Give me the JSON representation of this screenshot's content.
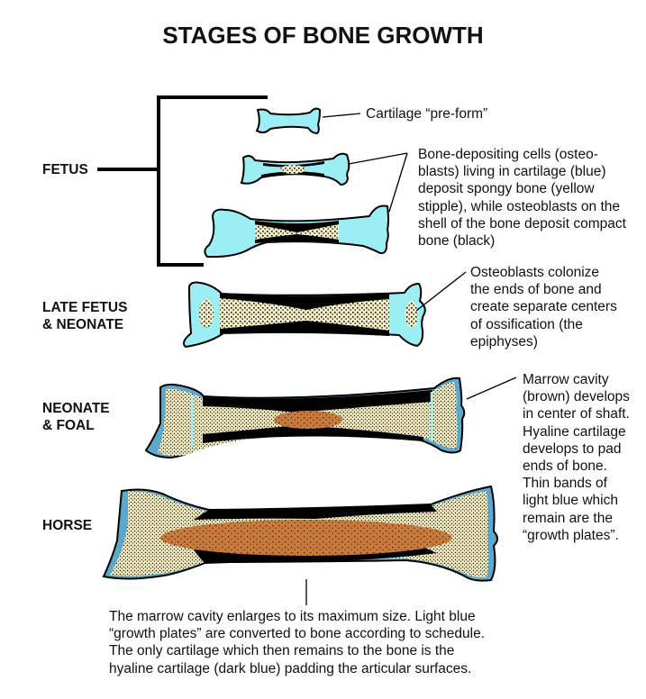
{
  "title": "STAGES OF BONE GROWTH",
  "stages": [
    {
      "id": "fetus",
      "label_lines": [
        "FETUS"
      ]
    },
    {
      "id": "late-fetus",
      "label_lines": [
        "LATE FETUS",
        "& NEONATE"
      ]
    },
    {
      "id": "neonate",
      "label_lines": [
        "NEONATE",
        "& FOAL"
      ]
    },
    {
      "id": "horse",
      "label_lines": [
        "HORSE"
      ]
    }
  ],
  "annotations": {
    "preform": [
      "Cartilage “pre-form”"
    ],
    "osteoblasts": [
      "Bone-depositing cells (osteo-",
      "blasts) living in cartilage (blue)",
      "deposit spongy bone (yellow",
      "stipple), while osteoblasts on the",
      "shell of the bone deposit compact",
      "bone (black)"
    ],
    "epiphyses": [
      "Osteoblasts colonize",
      "the ends of bone and",
      "create separate centers",
      "of ossification (the",
      "epiphyses)"
    ],
    "marrow": [
      "Marrow cavity",
      "(brown) develops",
      "in center of shaft.",
      "Hyaline cartilage",
      "develops to pad",
      "ends of bone.",
      "Thin bands of",
      "light blue which",
      "remain are the",
      "“growth plates”."
    ],
    "adult": [
      "The marrow cavity enlarges to its maximum size. Light blue",
      "“growth plates” are converted to bone according to schedule.",
      "The only cartilage which then remains to the bone is the",
      "hyaline cartilage (dark blue) padding the articular surfaces."
    ]
  },
  "colors": {
    "cartilage": "#9beef4",
    "hyaline_cartilage": "#5aa9cc",
    "spongy_bone": "#f3edc6",
    "compact_bone": "#000000",
    "marrow": "#c87a3c"
  }
}
